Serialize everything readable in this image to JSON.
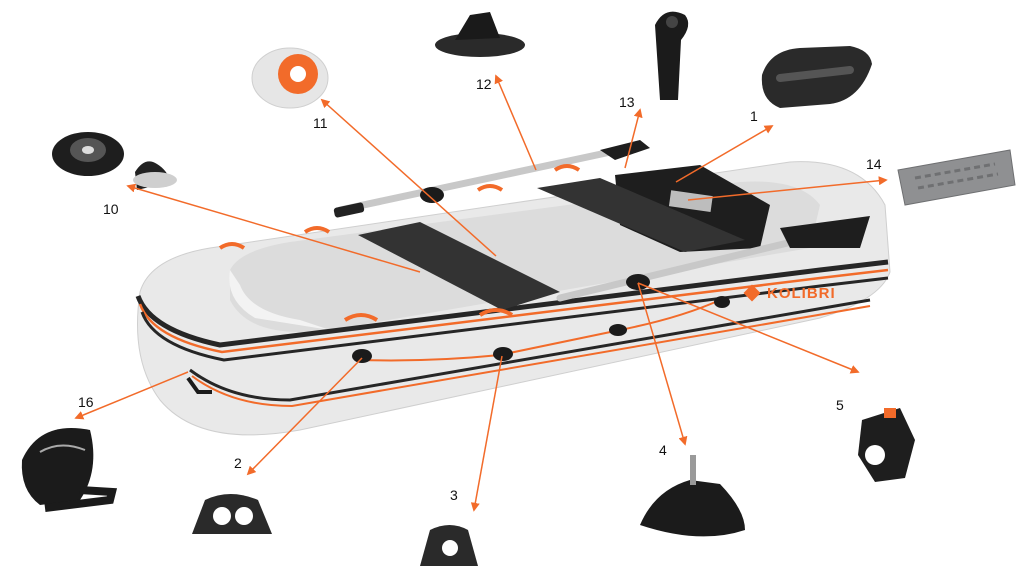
{
  "brand": {
    "name": "KOLIBRI",
    "color_orange": "#F26B2A",
    "color_hull": "#E8E8E8",
    "color_dark": "#222222"
  },
  "callouts": [
    {
      "id": "1",
      "label": "1",
      "part": "handle"
    },
    {
      "id": "2",
      "label": "2",
      "part": "rope-holder"
    },
    {
      "id": "3",
      "label": "3",
      "part": "rope-holder"
    },
    {
      "id": "4",
      "label": "4",
      "part": "oarlock"
    },
    {
      "id": "5",
      "label": "5",
      "part": "oar-clamp"
    },
    {
      "id": "10",
      "label": "10",
      "part": "valve-with-adapter"
    },
    {
      "id": "11",
      "label": "11",
      "part": "drain-valve"
    },
    {
      "id": "12",
      "label": "12",
      "part": "oarlock-mount"
    },
    {
      "id": "13",
      "label": "13",
      "part": "oar-blade"
    },
    {
      "id": "14",
      "label": "14",
      "part": "transom-plate"
    },
    {
      "id": "16",
      "label": "16",
      "part": "bow-handle"
    }
  ]
}
